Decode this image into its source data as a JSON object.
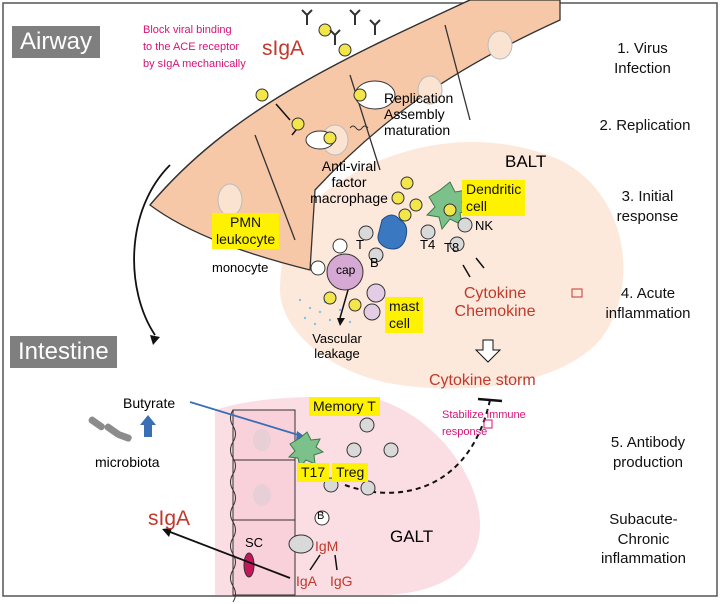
{
  "regions": {
    "airway": "Airway",
    "intestine": "Intestine"
  },
  "airway_note": [
    "Block viral binding",
    "to the ACE receptor",
    "by sIgA mechanically"
  ],
  "siga_airway": "sIgA",
  "siga_intestine": "sIgA",
  "steps": [
    [
      "1. Virus",
      "Infection"
    ],
    [
      "2. Replication"
    ],
    [
      "3. Initial",
      "response"
    ],
    [
      "4. Acute",
      "inflammation"
    ],
    [
      "5. Antibody",
      "production"
    ],
    [
      "Subacute-",
      "Chronic",
      "inflammation"
    ]
  ],
  "labels": {
    "replication": [
      "Replication",
      "Assembly",
      "maturation"
    ],
    "antiviral": [
      "Anti-viral",
      "factor",
      "macrophage"
    ],
    "balt": "BALT",
    "galt": "GALT",
    "dendritic": [
      "Dendritic",
      "cell"
    ],
    "pmn": [
      "PMN",
      "leukocyte"
    ],
    "monocyte": "monocyte",
    "t": "T",
    "t4": "T4",
    "t8": "T8",
    "nk": "NK",
    "b": "B",
    "cap": "cap",
    "mast": [
      "mast",
      "cell"
    ],
    "vascular": [
      "Vascular",
      "leakage"
    ],
    "cytokine": [
      "Cytokine",
      "Chemokine"
    ],
    "storm": "Cytokine storm",
    "stabilize": [
      "Stabilize immune",
      "response"
    ],
    "butyrate": "Butyrate",
    "microbiota": "microbiota",
    "memory_t": "Memory T",
    "t17": "T17",
    "treg": "Treg",
    "b_circle": "B",
    "sc": "SC",
    "igm": "IgM",
    "iga": "IgA",
    "igg": "IgG"
  },
  "colors": {
    "airway_cell": "#f7c8a8",
    "balt": "#fde9dc",
    "galt": "#fbdde4",
    "highlight": "#fff200",
    "magenta": "#d4147a",
    "red": "#c0392b",
    "virus": "#f3e64a"
  },
  "icons": [
    "virus-icon",
    "antibody-icon",
    "dendritic-cell-icon",
    "macrophage-icon",
    "microbiota-icon"
  ]
}
